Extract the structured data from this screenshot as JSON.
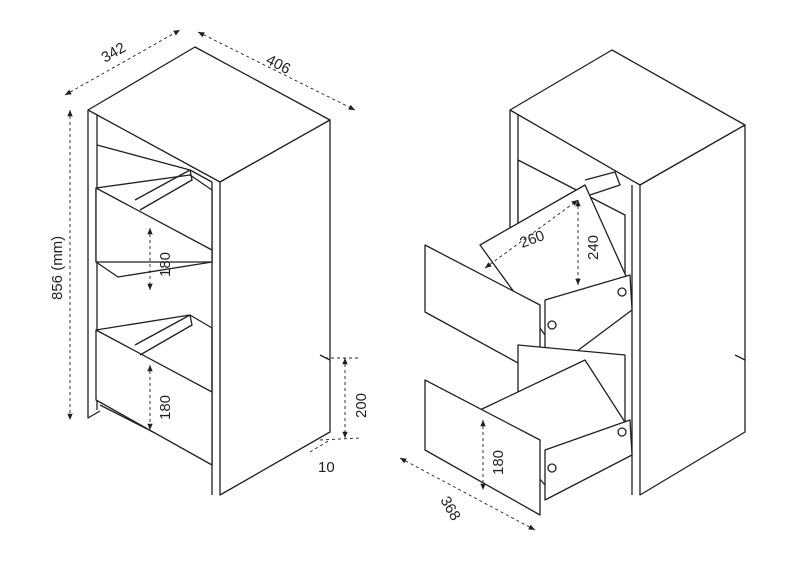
{
  "left_view": {
    "width_label": "342",
    "depth_label": "406",
    "height_label": "856 (mm)",
    "drawer1_height": "180",
    "drawer2_height": "180",
    "plinth_height": "200",
    "plinth_inset": "10"
  },
  "right_view": {
    "drawer_depth": "260",
    "drawer_inner_height": "240",
    "drawer2_height": "180",
    "open_depth": "368"
  }
}
